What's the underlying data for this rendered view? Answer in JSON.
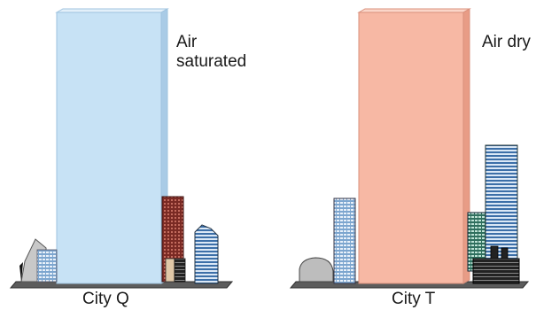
{
  "panels": [
    {
      "id": "city-q",
      "city_label": "City Q",
      "air_label_line1": "Air",
      "air_label_line2": "saturated",
      "column_color": "#c7e2f5",
      "column_edge_color": "#9fc3df"
    },
    {
      "id": "city-t",
      "city_label": "City T",
      "air_label_line1": "Air dry",
      "air_label_line2": "",
      "column_color": "#f7b8a4",
      "column_edge_color": "#d9907c"
    }
  ],
  "colors": {
    "ground": "#5c5c5c",
    "ground_edge": "#2e2e2e"
  }
}
